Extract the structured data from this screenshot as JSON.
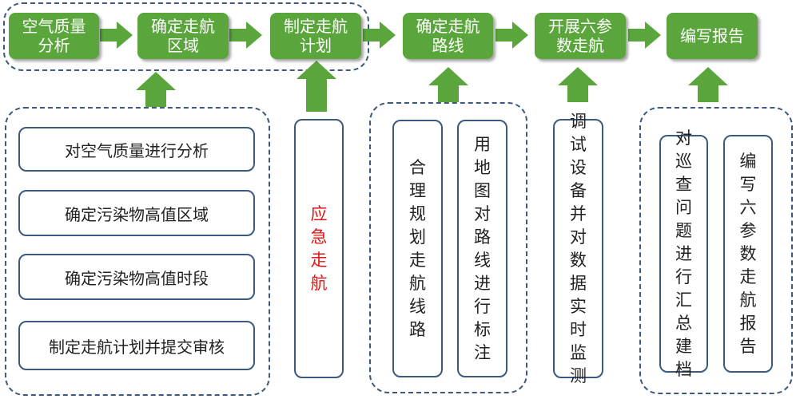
{
  "colors": {
    "step_fill": "#5aa63c",
    "arrow": "#5aa63c",
    "outline": "#3c5a7e",
    "emergency_text": "#e01414"
  },
  "steps": [
    {
      "label": "空气质量\n分析"
    },
    {
      "label": "确定走航\n区域"
    },
    {
      "label": "制定走航\n计划"
    },
    {
      "label": "确定走航\n路线"
    },
    {
      "label": "开展六参\n数走航"
    },
    {
      "label": "编写报告"
    }
  ],
  "details": {
    "analysis": [
      "对空气质量进行分析",
      "确定污染物高值区域",
      "确定污染物高值时段",
      "制定走航计划并提交审核"
    ],
    "emergency": "应急走航",
    "route": [
      "合理规划走航线路",
      "用地图对路线进行标注"
    ],
    "monitor": "调试设备并对数据实时监测",
    "report": [
      "对巡查问题进行汇总建档",
      "编写六参数走航报告"
    ]
  }
}
